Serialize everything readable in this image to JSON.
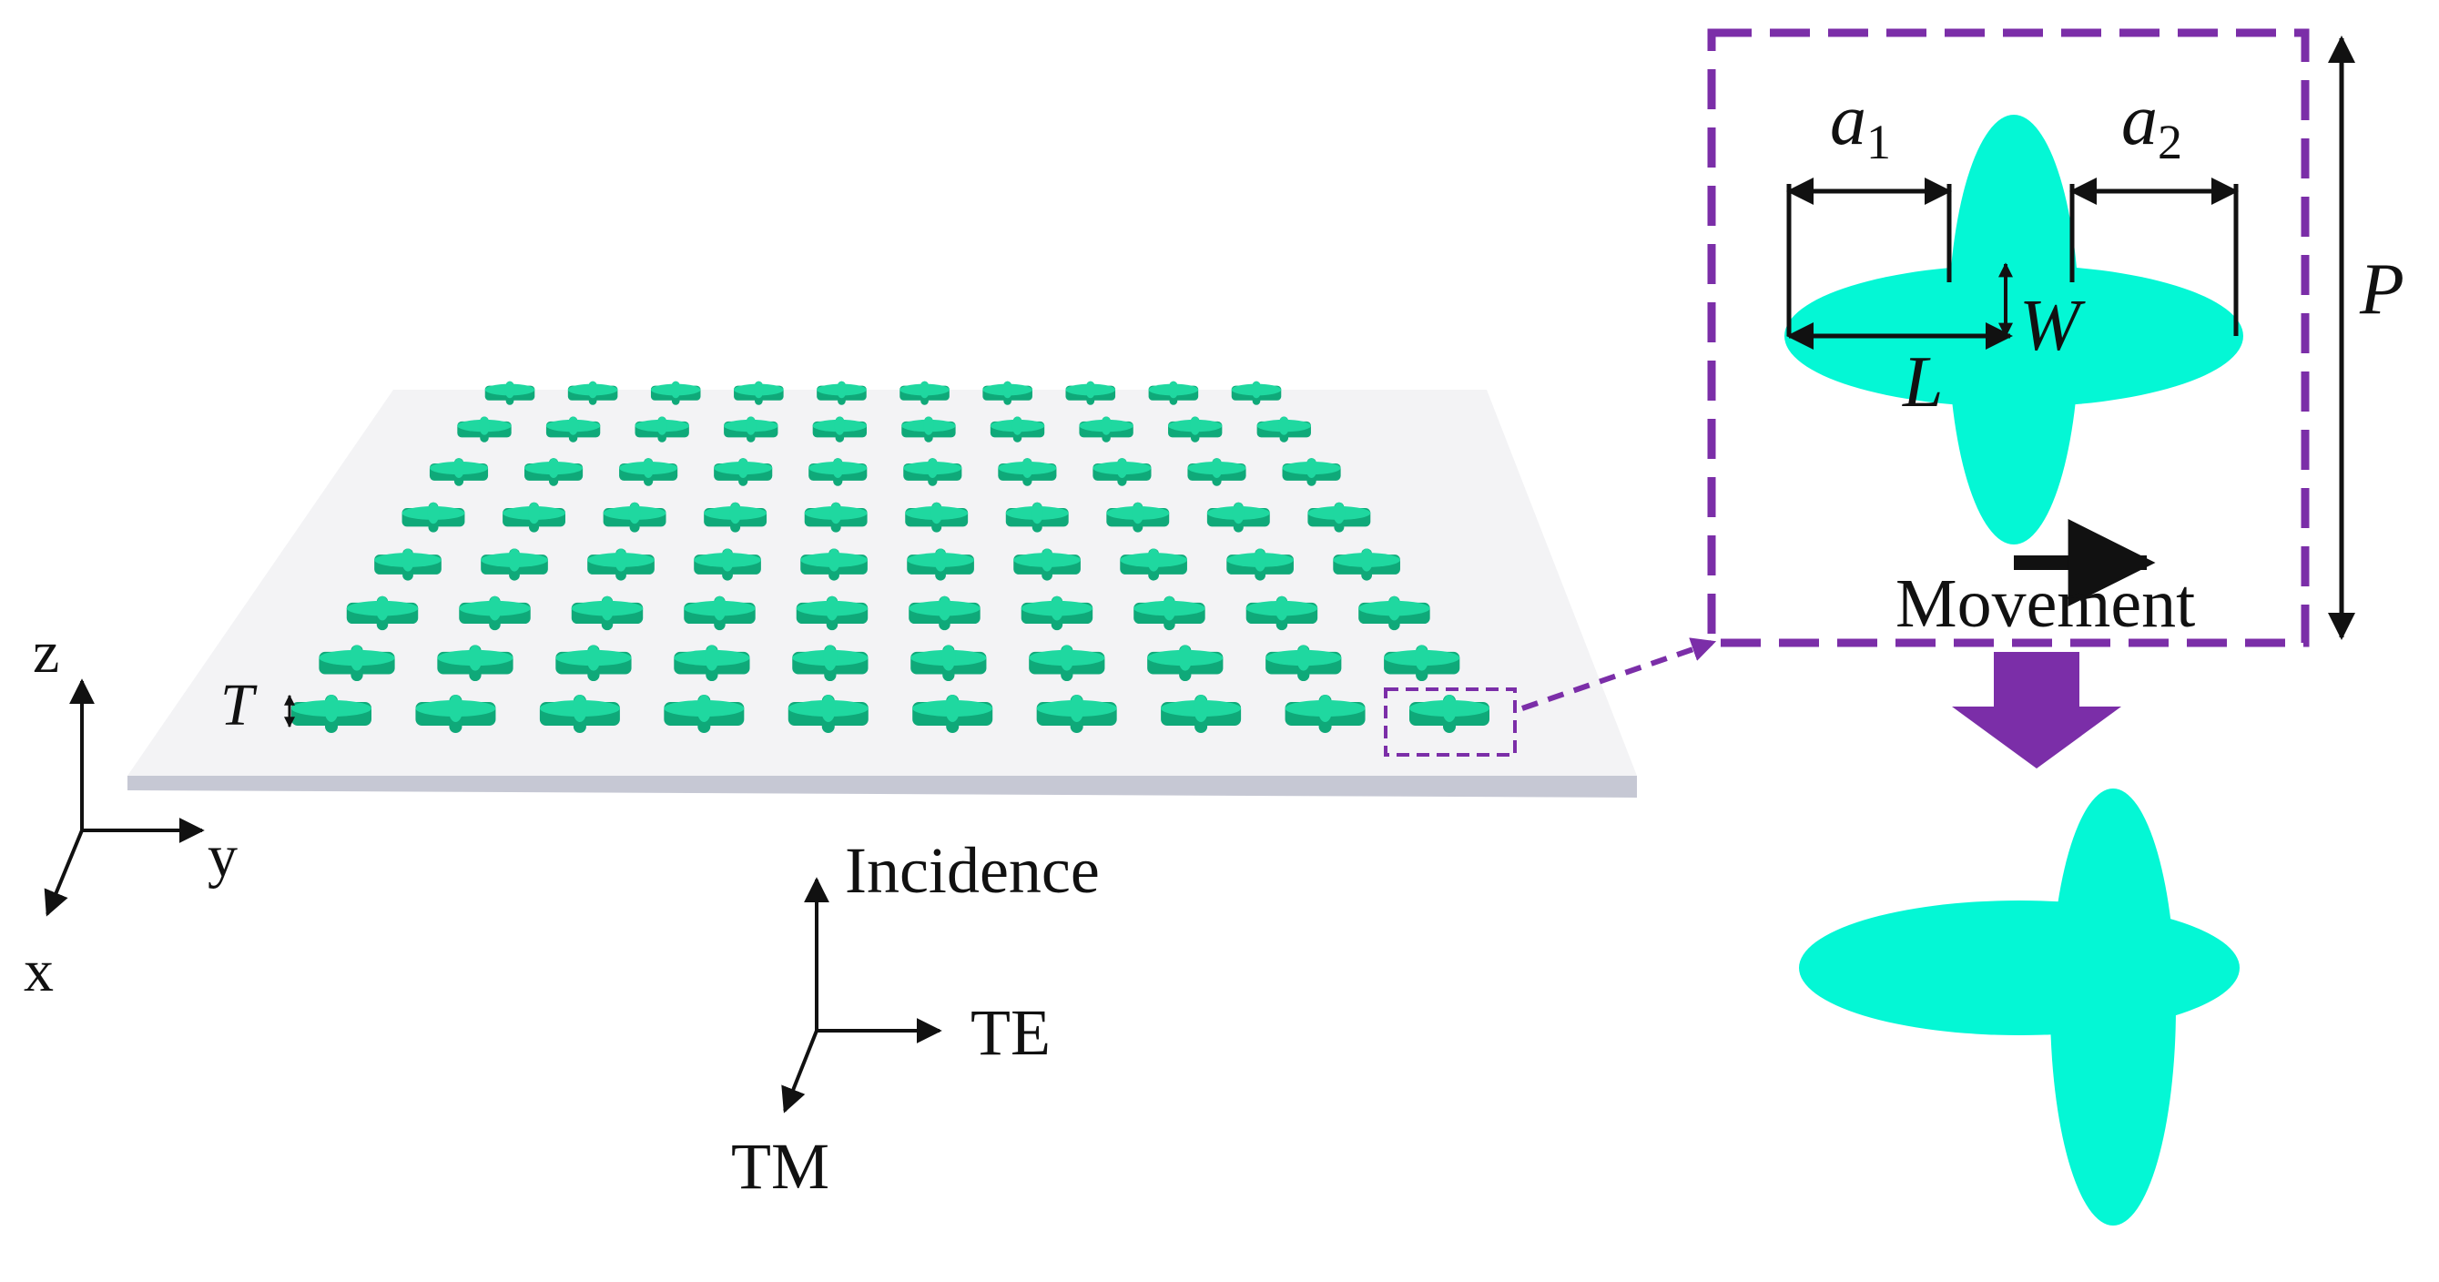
{
  "colors": {
    "cross_fill": "#04f7d5",
    "cross_3d": "#1fd8a0",
    "cross_3d_dark": "#0fa979",
    "accent_purple": "#7b2ea8",
    "substrate_top": "#f4f4f6",
    "substrate_edge": "#c6c8d4",
    "line": "#111111"
  },
  "metasurface": {
    "rows": 8,
    "columns": 10,
    "thickness_label": "T"
  },
  "unit_cell": {
    "a1_label": "a",
    "a1_subscript": "1",
    "a2_label": "a",
    "a2_subscript": "2",
    "length_label": "L",
    "width_label": "W",
    "period_label": "P",
    "movement_label": "Movement"
  },
  "axes_xyz": {
    "z": "z",
    "y": "y",
    "x": "x"
  },
  "polarization_axes": {
    "incidence": "Incidence",
    "te": "TE",
    "tm": "TM"
  },
  "icons": {
    "zoom_arrow": "dashed-arrow-icon",
    "down_arrow": "down-arrow-icon",
    "movement_arrow": "right-arrow-icon"
  }
}
